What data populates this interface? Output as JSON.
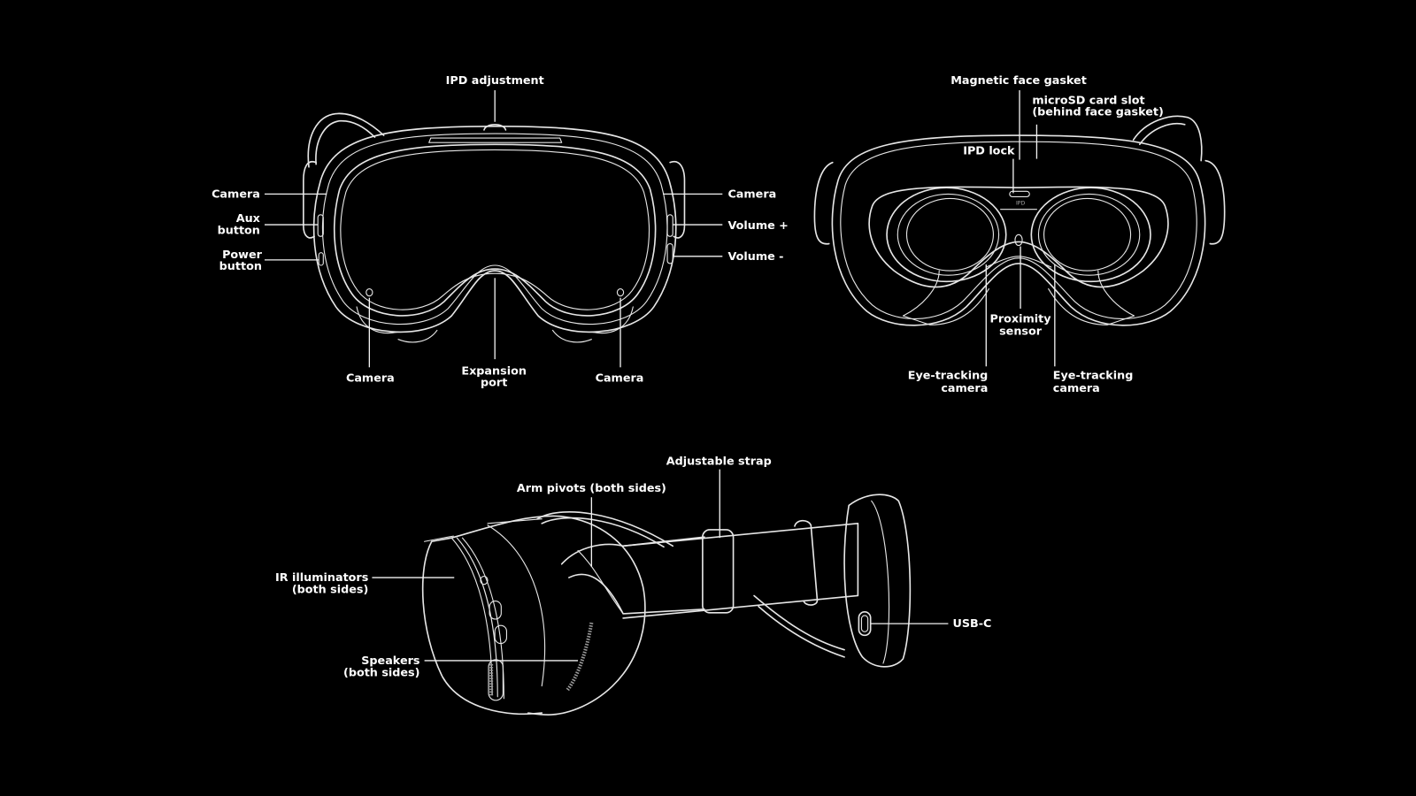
{
  "front_view": {
    "labels": {
      "ipd_adjustment": "IPD adjustment",
      "camera_left": "Camera",
      "aux_button": [
        "Aux",
        "button"
      ],
      "power_button": [
        "Power",
        "button"
      ],
      "camera_right": "Camera",
      "volume_up": "Volume +",
      "volume_down": "Volume -",
      "camera_bottom_left": "Camera",
      "expansion_port": [
        "Expansion",
        "port"
      ],
      "camera_bottom_right": "Camera"
    }
  },
  "back_view": {
    "labels": {
      "magnetic_face_gasket": "Magnetic face gasket",
      "microsd_slot": [
        "microSD card slot",
        "(behind face gasket)"
      ],
      "ipd_lock": "IPD lock",
      "ipd_marking": "IPD",
      "proximity_sensor": [
        "Proximity",
        "sensor"
      ],
      "eye_tracking_left": [
        "Eye-tracking",
        "camera"
      ],
      "eye_tracking_right": [
        "Eye-tracking",
        "camera"
      ]
    }
  },
  "side_view": {
    "labels": {
      "adjustable_strap": "Adjustable strap",
      "arm_pivots": "Arm pivots (both sides)",
      "ir_illuminators": [
        "IR illuminators",
        "(both sides)"
      ],
      "speakers": [
        "Speakers",
        "(both sides)"
      ],
      "usb_c": "USB-C"
    }
  },
  "colors": {
    "background": "#000000",
    "line": "#e6e6e6",
    "text": "#ffffff"
  }
}
